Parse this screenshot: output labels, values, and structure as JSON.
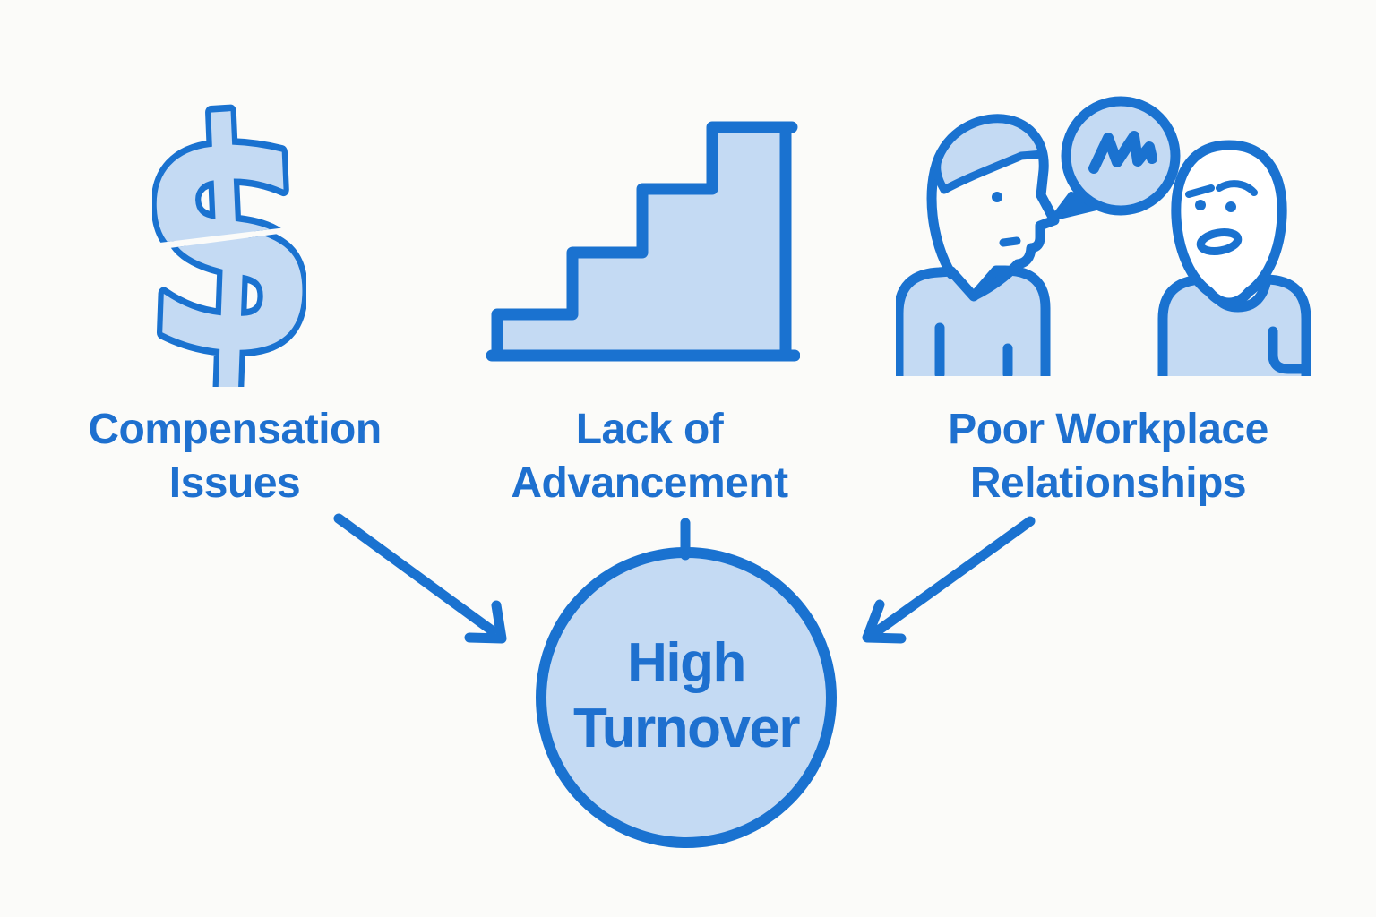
{
  "colors": {
    "accent_stroke": "#1a72d0",
    "light_fill": "#c4daf3",
    "label_text": "#1e70cf",
    "background": "#fbfbf9"
  },
  "icons": {
    "dollar_glyph": "$",
    "names": [
      "broken-dollar-icon",
      "stairs-icon",
      "arguing-coworkers-icon"
    ]
  },
  "causes": [
    {
      "line1": "Compensation",
      "line2": "Issues"
    },
    {
      "line1": "Lack of",
      "line2": "Advancement"
    },
    {
      "line1": "Poor Workplace",
      "line2": "Relationships"
    }
  ],
  "effect": {
    "line1": "High",
    "line2": "Turnover"
  }
}
